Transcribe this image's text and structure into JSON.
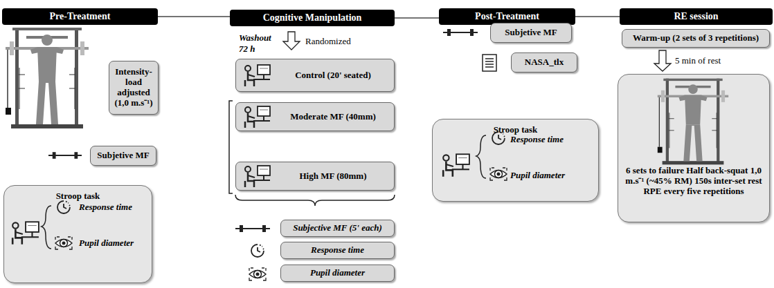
{
  "diagram": {
    "nodes": [
      {
        "text": [
          "Pre-Treatment"
        ]
      },
      {
        "text": [
          "Intensity-load adjusted (1,0 m.s⁻¹)"
        ]
      },
      {
        "text": [
          "Subjetive MF"
        ]
      },
      {
        "text": [
          "Stroop task",
          "Response time",
          "Pupil diameter"
        ]
      },
      {
        "text": [
          "Cognitive Manipulation"
        ]
      },
      {
        "text": [
          "Control (20' seated)"
        ]
      },
      {
        "text": [
          "Moderate MF (40mm)"
        ]
      },
      {
        "text": [
          "High MF (80mm)"
        ]
      },
      {
        "text": [
          "Subjective MF (5' each)"
        ]
      },
      {
        "text": [
          "Response time"
        ]
      },
      {
        "text": [
          "Pupil diameter"
        ]
      },
      {
        "text": [
          "Post-Treatment"
        ]
      },
      {
        "text": [
          "Subjetive MF"
        ]
      },
      {
        "text": [
          "NASA_tlx"
        ]
      },
      {
        "text": [
          "Stroop task",
          "Response time",
          "Pupil diameter"
        ]
      },
      {
        "text": [
          "RE session"
        ]
      },
      {
        "text": [
          "Warm-up (2 sets of 3 repetitions)"
        ]
      },
      {
        "text": [
          "6 sets to failure Half back-squat 1,0 m.s⁻¹ (~45% RM) 150s inter-set rest RPE every five repetitions"
        ]
      }
    ],
    "edges": [
      {
        "from": 0,
        "to": 4,
        "arrow": "none"
      },
      {
        "from": 4,
        "to": 11,
        "arrow": "none"
      },
      {
        "from": 11,
        "to": 15,
        "arrow": "none"
      },
      {
        "from": 16,
        "to": 17,
        "label": "5 min of rest",
        "arrow": "to"
      }
    ],
    "labels": [
      "Washout 72 h",
      "Randomized"
    ]
  }
}
